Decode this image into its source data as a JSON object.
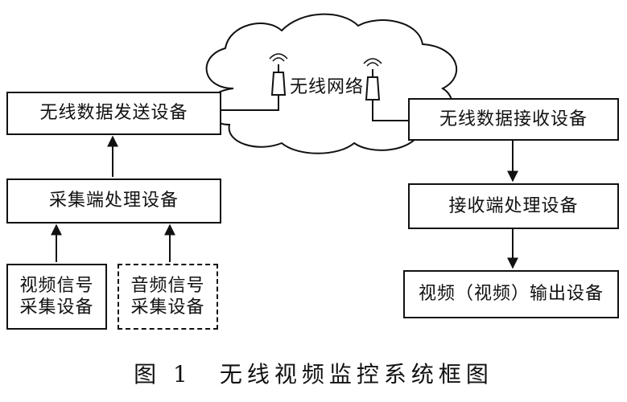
{
  "cloud_label": "无线网络",
  "boxes": {
    "sender": "无线数据发送设备",
    "collector": "采集端处理设备",
    "video_src_line1": "视频信号",
    "video_src_line2": "采集设备",
    "audio_src_line1": "音频信号",
    "audio_src_line2": "采集设备",
    "receiver": "无线数据接收设备",
    "rx_processor": "接收端处理设备",
    "output": "视频（视频）输出设备"
  },
  "caption": "图 1　无线视频监控系统框图"
}
